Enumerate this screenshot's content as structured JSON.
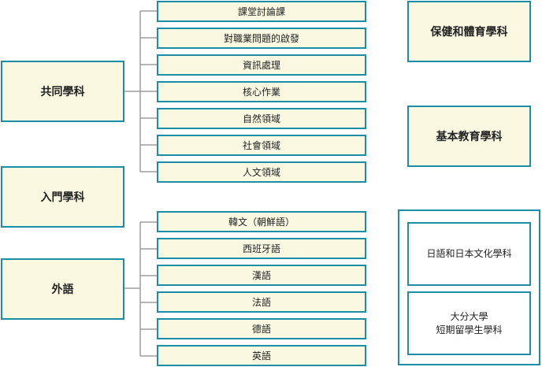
{
  "departments": {
    "general": {
      "label": "共同學科",
      "courses": [
        "課堂討論課",
        "對職業問題的啟發",
        "資訊處理",
        "核心作業",
        "自然領域",
        "社會領域",
        "人文領域"
      ]
    },
    "intro": {
      "label": "入門學科"
    },
    "languages": {
      "label": "外語",
      "courses": [
        "韓文（朝鮮語）",
        "西班牙語",
        "漢語",
        "法語",
        "德語",
        "英語"
      ]
    },
    "health": {
      "label": "保健和體育學科"
    },
    "basic_education": {
      "label": "基本教育學科"
    },
    "japanese_culture": {
      "label": "日語和日本文化學科"
    },
    "short_term": {
      "line1": "大分大學",
      "line2": "短期留學生學科"
    }
  },
  "colors": {
    "border": "#1a8ea6",
    "fill": "#fbf8e2",
    "connector": "#9e9e9e"
  }
}
